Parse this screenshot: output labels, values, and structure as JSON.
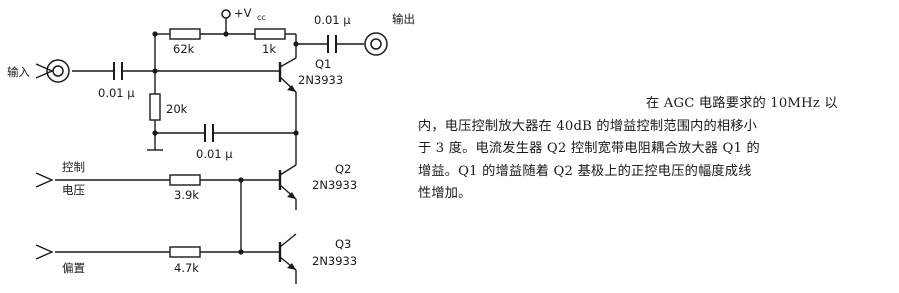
{
  "diagram": {
    "labels": {
      "vcc": "+V",
      "vcc_sub": "cc",
      "cap_out": "0.01 μ",
      "output": "输出",
      "input": "输入",
      "r1": "62k",
      "r2": "1k",
      "cap_in": "0.01 μ",
      "r3": "20k",
      "q1_name": "Q1",
      "q1_part": "2N3933",
      "cap_mid": "0.01 μ",
      "control_1": "控制",
      "control_2": "电压",
      "r4": "3.9k",
      "q2_name": "Q2",
      "q2_part": "2N3933",
      "bias": "偏置",
      "r5": "4.7k",
      "q3_name": "Q3",
      "q3_part": "2N3933"
    }
  },
  "description": {
    "lines": [
      "在 AGC 电路要求的 10MHz 以",
      "内，电压控制放大器在 40dB 的增益控制范围内的相移小",
      "于 3 度。电流发生器 Q2 控制宽带电阻耦合放大器 Q1 的",
      "增益。Q1 的增益随着 Q2 基极上的正控电压的幅度成线",
      "性增加。"
    ]
  }
}
